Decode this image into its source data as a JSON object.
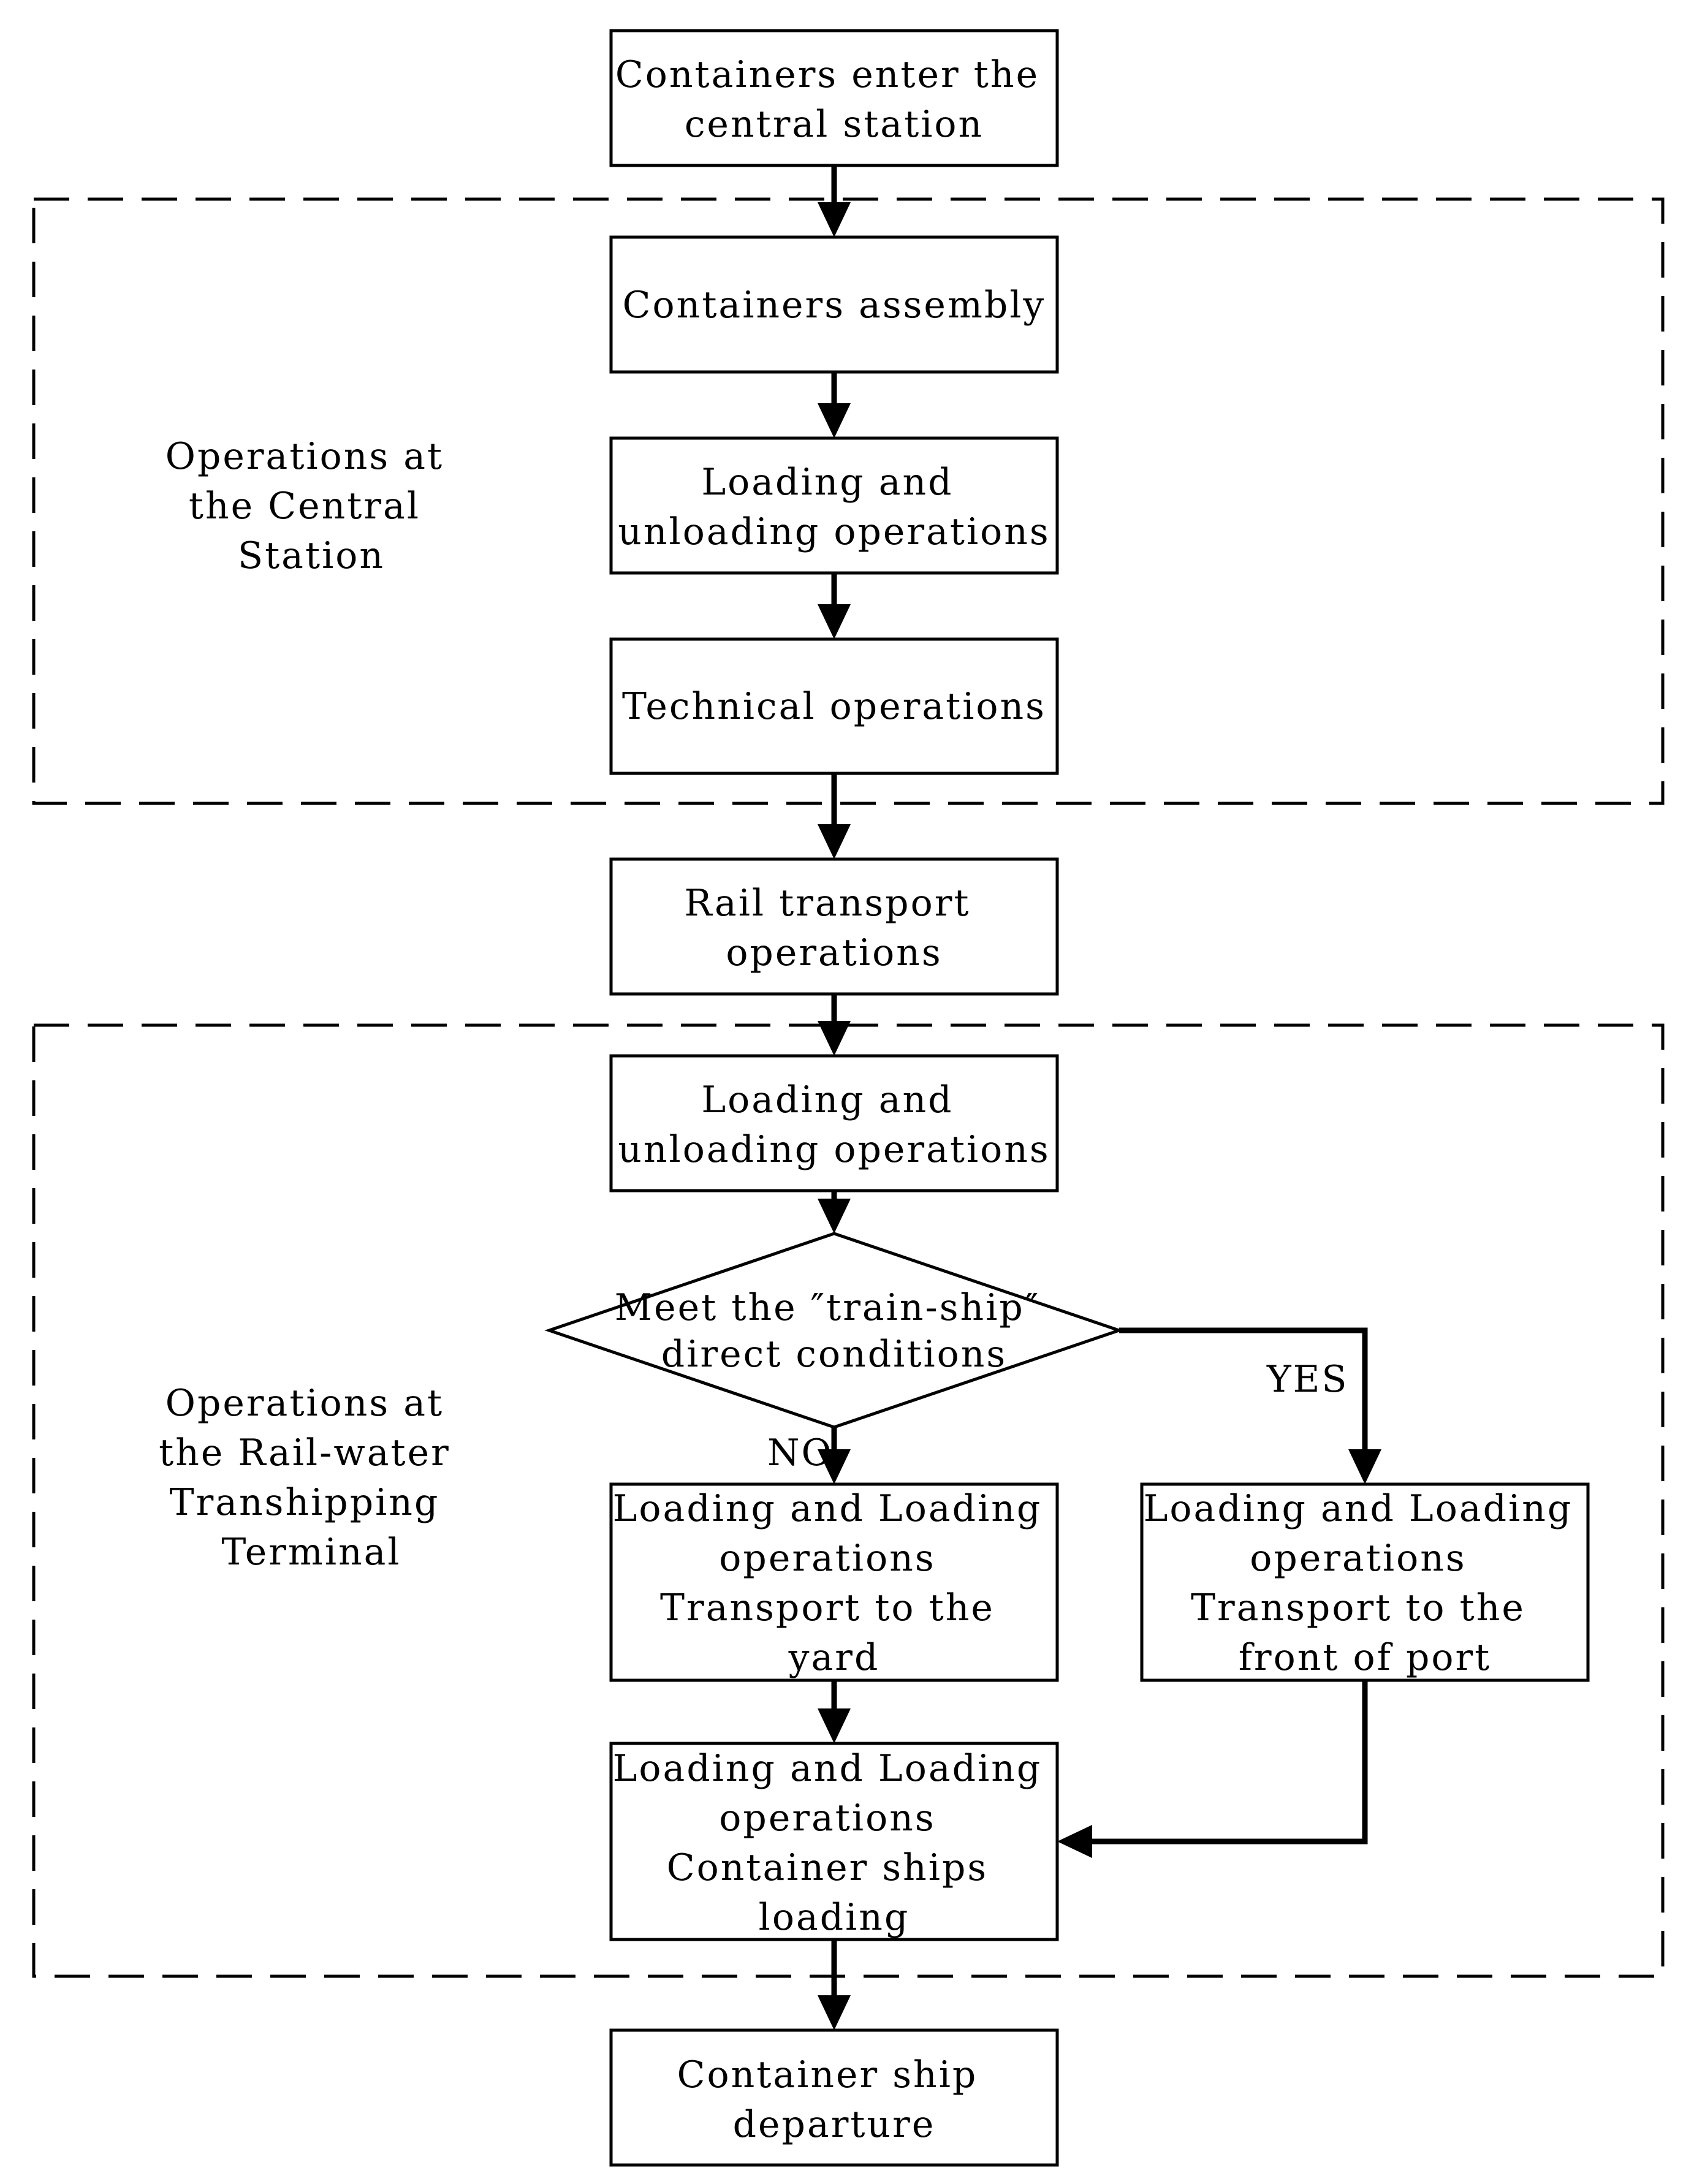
{
  "groups": {
    "central": {
      "label": [
        "Operations at",
        "the Central",
        "Station"
      ]
    },
    "terminal": {
      "label": [
        "Operations at",
        "the Rail-water",
        "Transhipping",
        "Terminal"
      ]
    }
  },
  "nodes": {
    "enter": [
      "Containers enter the",
      "central station"
    ],
    "assembly": [
      "Containers assembly"
    ],
    "load1": [
      "Loading and",
      "unloading operations"
    ],
    "technical": [
      "Technical operations"
    ],
    "rail": [
      "Rail transport",
      "operations"
    ],
    "load2": [
      "Loading and",
      "unloading operations"
    ],
    "decision": [
      "Meet the ″train-ship″",
      "direct conditions"
    ],
    "yard": [
      "Loading and Loading",
      "operations",
      "Transport to the",
      "yard"
    ],
    "front": [
      "Loading and Loading",
      "operations",
      "Transport to the",
      "front of port"
    ],
    "shipload": [
      "Loading and Loading",
      "operations",
      "Container ships",
      "loading"
    ],
    "departure": [
      "Container ship",
      "departure"
    ]
  },
  "edge_labels": {
    "no": "NO",
    "yes": "YES"
  }
}
